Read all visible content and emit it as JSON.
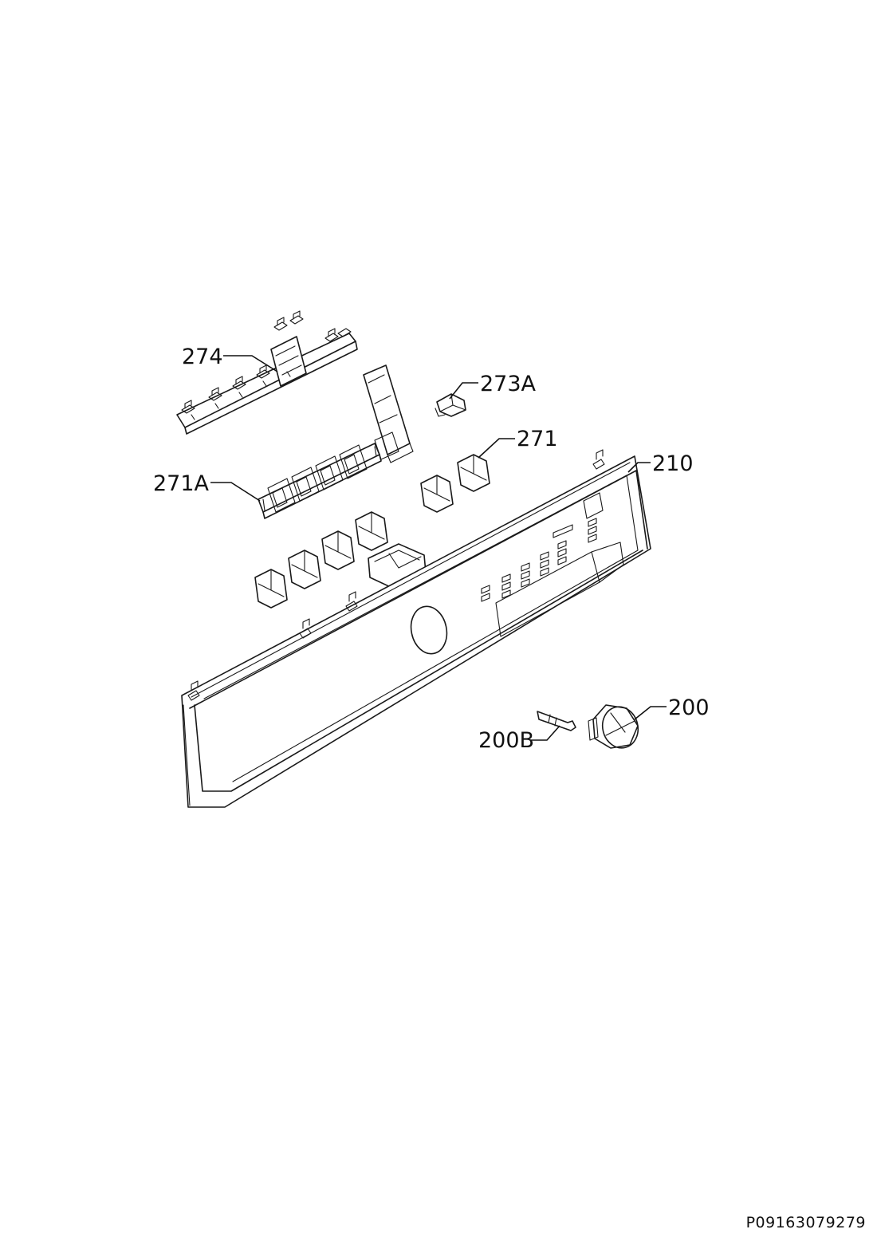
{
  "diagram": {
    "labels": {
      "p274": "274",
      "p273A": "273A",
      "p271": "271",
      "p210": "210",
      "p271A": "271A",
      "p200": "200",
      "p200B": "200B"
    },
    "document_number": "P09163079279"
  }
}
